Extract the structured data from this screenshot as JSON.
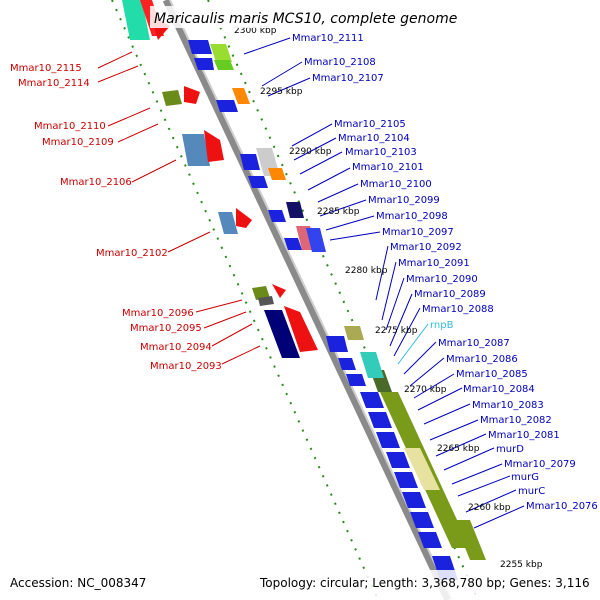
{
  "title": "Maricaulis maris MCS10, complete genome",
  "accession": "Accession: NC_008347",
  "topology": "Topology: circular; Length: 3,368,780 bp; Genes: 3,116",
  "colors": {
    "left_labels": "#cc0000",
    "right_labels": "#0000bb",
    "rna_label": "#33bbdd",
    "backbone": "#8a8a8a",
    "tick_dash": "#2a8a1a"
  },
  "scale_ticks": [
    "2300 kbp",
    "2295 kbp",
    "2290 kbp",
    "2285 kbp",
    "2280 kbp",
    "2275 kbp",
    "2270 kbp",
    "2265 kbp",
    "2260 kbp",
    "2255 kbp"
  ],
  "left_genes": [
    "Mmar10_2115",
    "Mmar10_2114",
    "Mmar10_2110",
    "Mmar10_2109",
    "Mmar10_2106",
    "Mmar10_2102",
    "Mmar10_2096",
    "Mmar10_2095",
    "Mmar10_2094",
    "Mmar10_2093"
  ],
  "right_genes": [
    "Mmar10_2111",
    "Mmar10_2108",
    "Mmar10_2107",
    "Mmar10_2105",
    "Mmar10_2104",
    "Mmar10_2103",
    "Mmar10_2101",
    "Mmar10_2100",
    "Mmar10_2099",
    "Mmar10_2098",
    "Mmar10_2097",
    "Mmar10_2092",
    "Mmar10_2091",
    "Mmar10_2090",
    "Mmar10_2089",
    "Mmar10_2088",
    "rnpB",
    "Mmar10_2087",
    "Mmar10_2086",
    "Mmar10_2085",
    "Mmar10_2084",
    "Mmar10_2083",
    "Mmar10_2082",
    "Mmar10_2081",
    "murD",
    "Mmar10_2079",
    "murG",
    "murC",
    "Mmar10_2076"
  ]
}
